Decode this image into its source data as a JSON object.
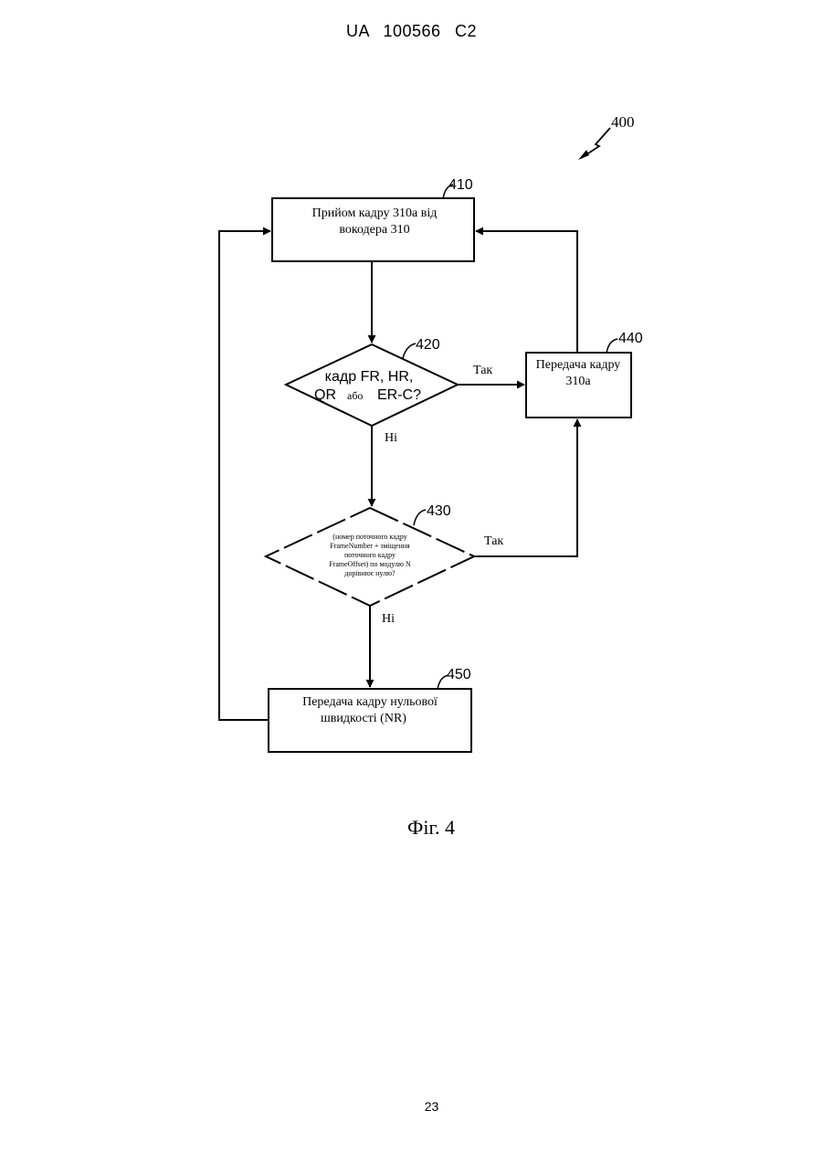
{
  "header": {
    "doc_id": "UA   100566   C2"
  },
  "figure": {
    "ref_number": "400",
    "caption": "Фіг. 4"
  },
  "nodes": {
    "n410": {
      "ref": "410",
      "line1": "Прийом кадру 310а від",
      "line2": "вокодера 310"
    },
    "n420": {
      "ref": "420",
      "line1": "кадр FR, HR,",
      "line2a": "QR",
      "line2b": "або",
      "line2c": "ER-C?"
    },
    "n440": {
      "ref": "440",
      "line1": "Передача кадру",
      "line2": "310а"
    },
    "n430": {
      "ref": "430",
      "line1": "(номер поточного кадру",
      "line2": "FrameNumber + зміщення",
      "line3": "поточного кадру",
      "line4": "FrameOffset) по модулю N",
      "line5": "дорівнює нулю?"
    },
    "n450": {
      "ref": "450",
      "line1": "Передача кадру нульової",
      "line2": "швидкості (NR)"
    }
  },
  "edges": {
    "yes_420": "Так",
    "no_420": "Ні",
    "yes_430": "Так",
    "no_430": "Ні"
  },
  "footer": {
    "page_number": "23"
  }
}
